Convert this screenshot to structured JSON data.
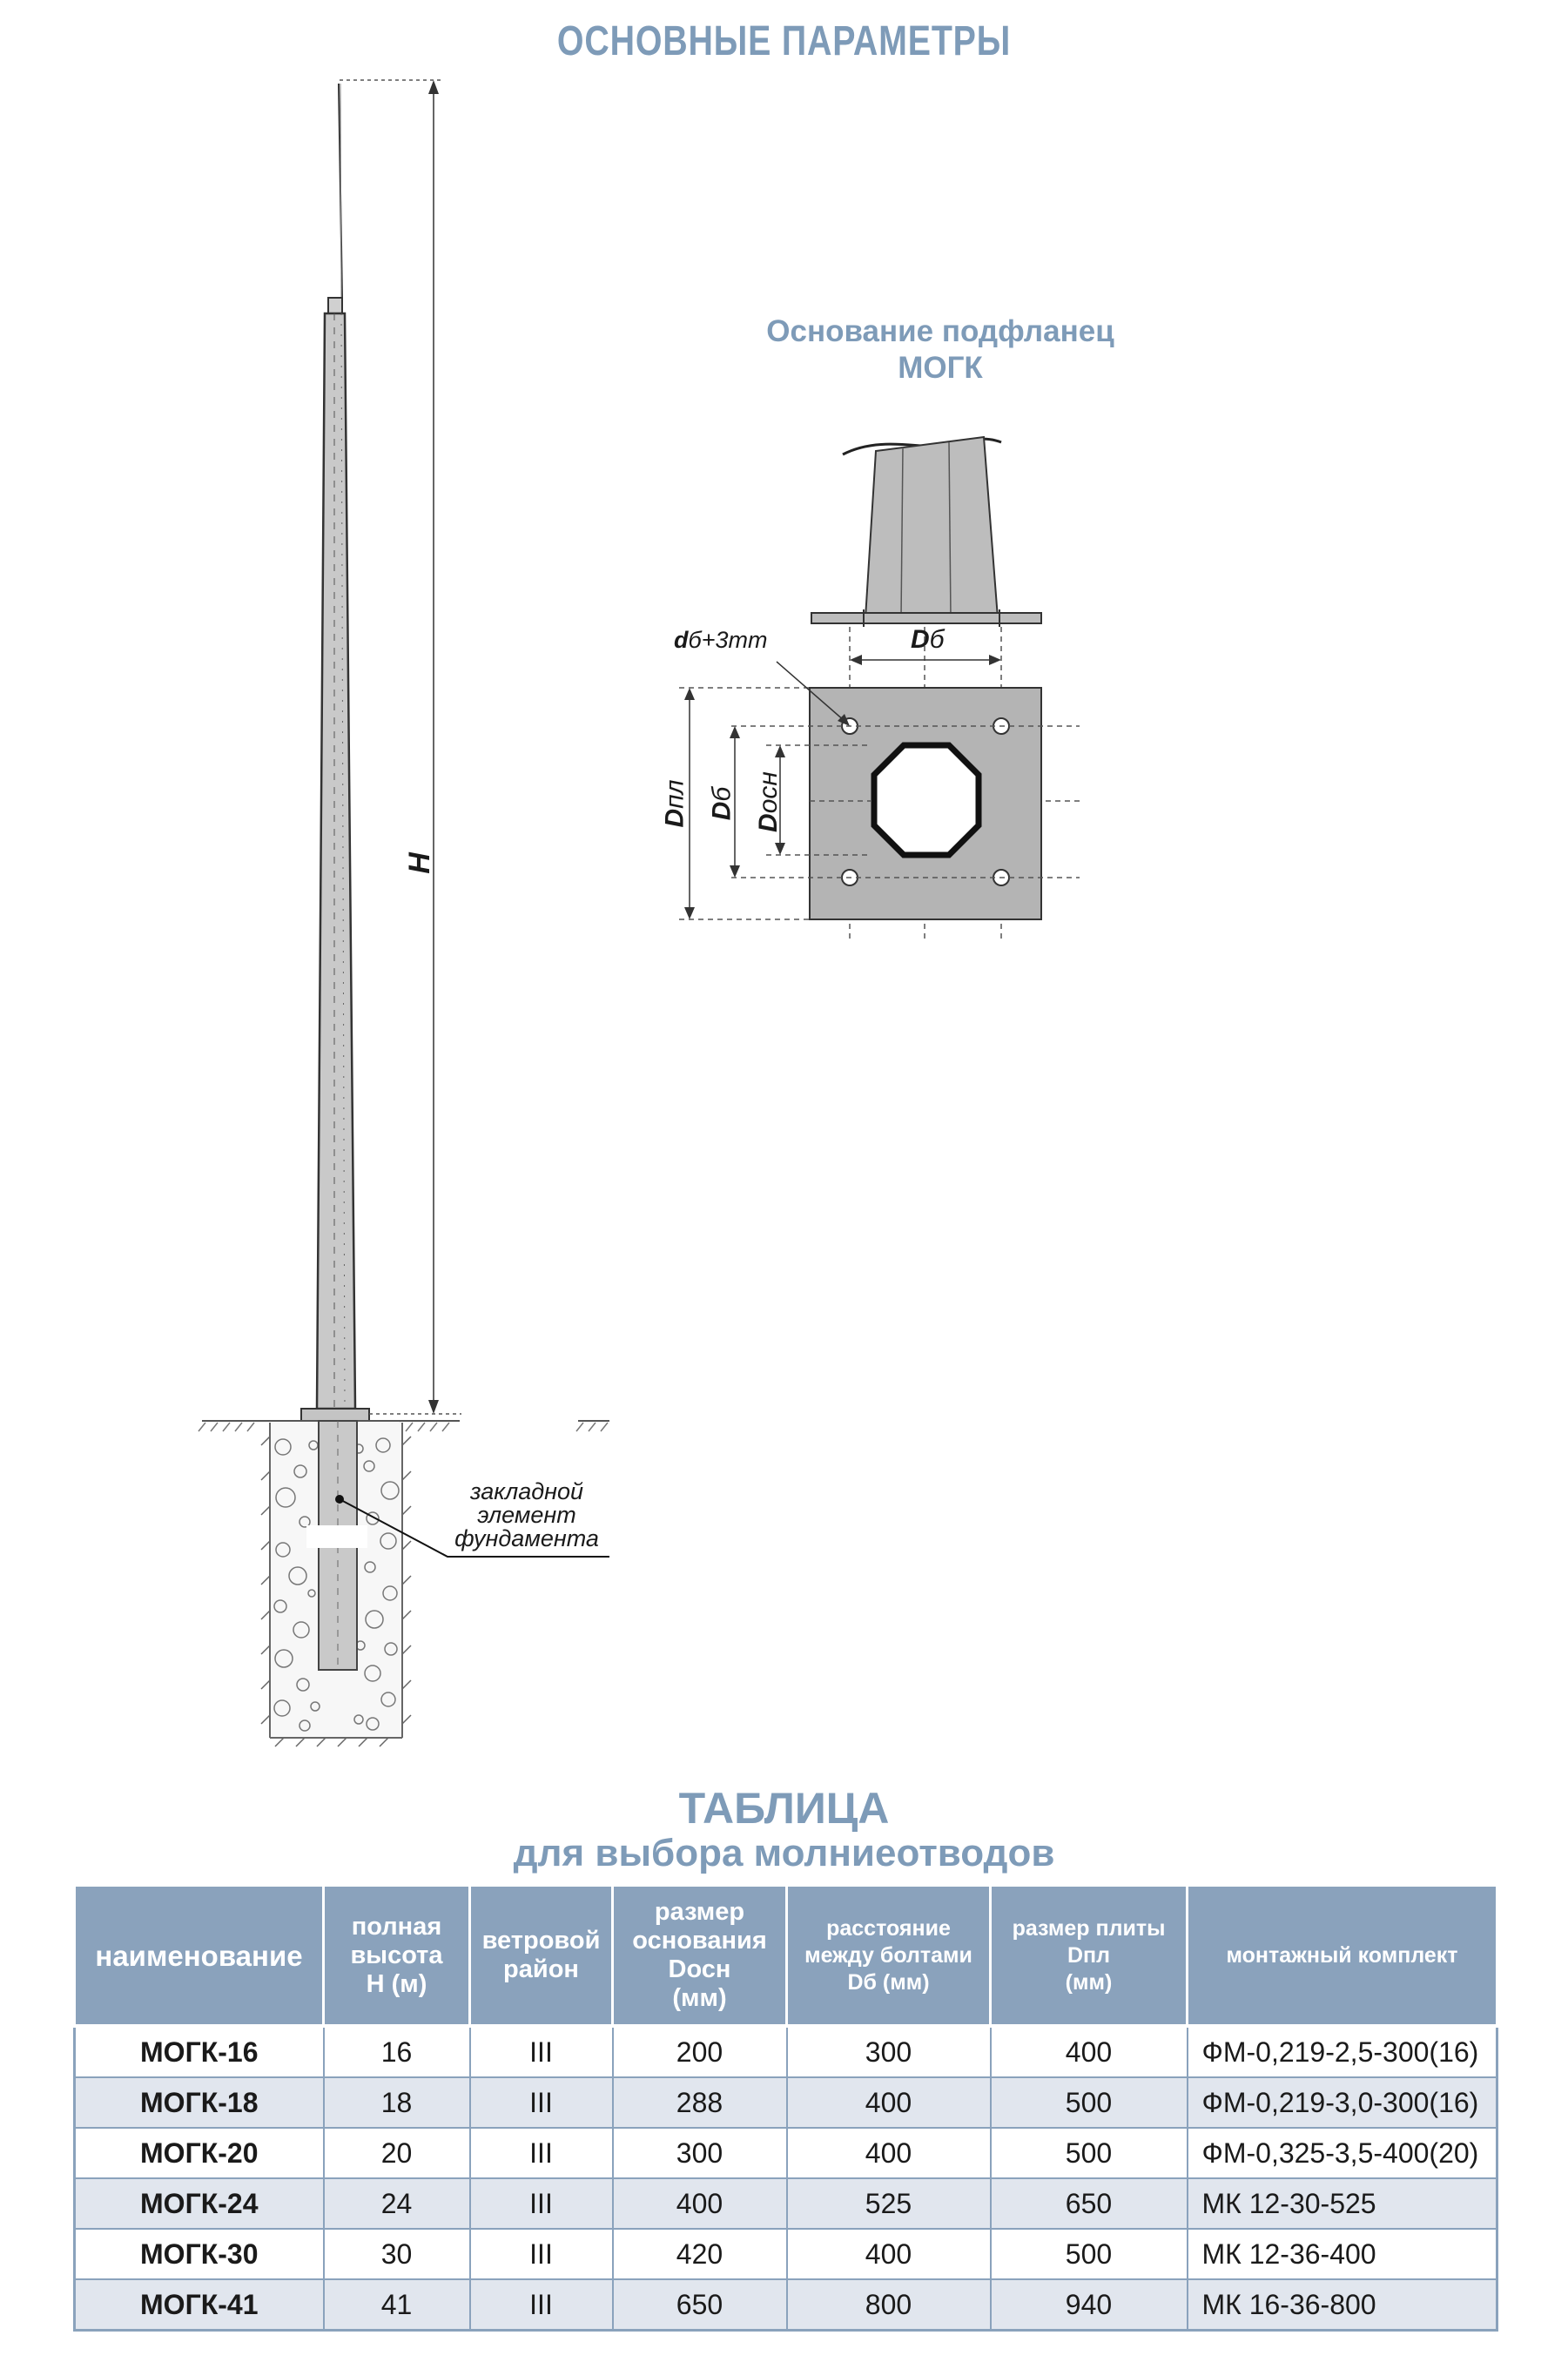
{
  "main_title": "ОСНОВНЫЕ ПАРАМЕТРЫ",
  "pole_labels": {
    "height": "H",
    "embed_line1": "закладной",
    "embed_line2": "элемент",
    "embed_line3": "фундамента"
  },
  "flange": {
    "title_line1": "Основание подфланец",
    "title_line2": "МОГК",
    "hole_label_bold": "d",
    "hole_label_rest": "б+3mm",
    "bolt_dist_bold": "D",
    "bolt_dist_rest": "б",
    "plate_bold": "D",
    "plate_rest": "пл",
    "bolt_side_bold": "D",
    "bolt_side_rest": "б",
    "base_bold": "D",
    "base_rest": "осн"
  },
  "table": {
    "title": "ТАБЛИЦА",
    "subtitle": "для выбора молниеотводов",
    "headers": {
      "name": "наименование",
      "height_l1": "полная",
      "height_l2": "высота",
      "height_l3": "H (м)",
      "wind_l1": "ветровой",
      "wind_l2": "район",
      "base_l1": "размер",
      "base_l2": "основания",
      "base_l3": "Dосн",
      "base_l4": "(мм)",
      "bolts_l1": "расстояние",
      "bolts_l2": "между болтами",
      "bolts_l3": "Dб (мм)",
      "plate_l1": "размер плиты",
      "plate_l2": "Dпл",
      "plate_l3": "(мм)",
      "kit": "монтажный комплект"
    },
    "rows": [
      {
        "name": "МОГК-16",
        "h": "16",
        "wind": "III",
        "base": "200",
        "bolts": "300",
        "plate": "400",
        "kit": "ФМ-0,219-2,5-300(16)"
      },
      {
        "name": "МОГК-18",
        "h": "18",
        "wind": "III",
        "base": "288",
        "bolts": "400",
        "plate": "500",
        "kit": "ФМ-0,219-3,0-300(16)"
      },
      {
        "name": "МОГК-20",
        "h": "20",
        "wind": "III",
        "base": "300",
        "bolts": "400",
        "plate": "500",
        "kit": "ФМ-0,325-3,5-400(20)"
      },
      {
        "name": "МОГК-24",
        "h": "24",
        "wind": "III",
        "base": "400",
        "bolts": "525",
        "plate": "650",
        "kit": "МК 12-30-525"
      },
      {
        "name": "МОГК-30",
        "h": "30",
        "wind": "III",
        "base": "420",
        "bolts": "400",
        "plate": "500",
        "kit": "МК 12-36-400"
      },
      {
        "name": "МОГК-41",
        "h": "41",
        "wind": "III",
        "base": "650",
        "bolts": "800",
        "plate": "940",
        "kit": "МК 16-36-800"
      }
    ]
  },
  "colors": {
    "heading": "#7e9bb8",
    "table_header": "#8aa2bc",
    "row_alt": "#e1e6ee",
    "plate_fill": "#b4b4b4"
  }
}
